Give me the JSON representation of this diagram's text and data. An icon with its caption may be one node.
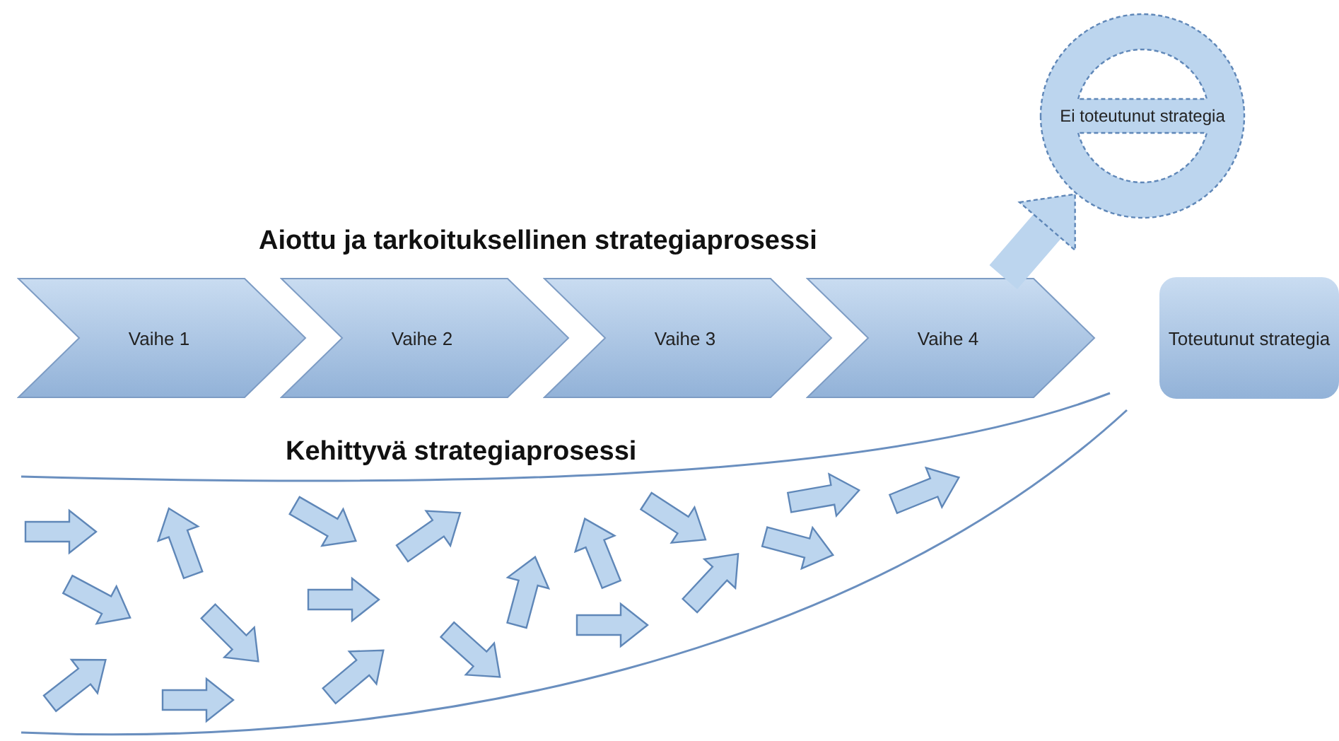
{
  "diagram": {
    "nodes": [
      {
        "text": [
          "Ei toteutunut strategia"
        ]
      },
      {
        "text": [
          "Vaihe 1"
        ]
      },
      {
        "text": [
          "Vaihe 2"
        ]
      },
      {
        "text": [
          "Vaihe 3"
        ]
      },
      {
        "text": [
          "Vaihe 4"
        ]
      },
      {
        "text": [
          "Toteutunut strategia"
        ]
      }
    ],
    "edges": [
      {
        "from": 4,
        "to": 0,
        "arrow": "to",
        "style": "dashed"
      }
    ],
    "labels": [
      "Aiottu ja tarkoituksellinen strategiaprosessi",
      "Kehittyvä strategiaprosessi"
    ]
  }
}
